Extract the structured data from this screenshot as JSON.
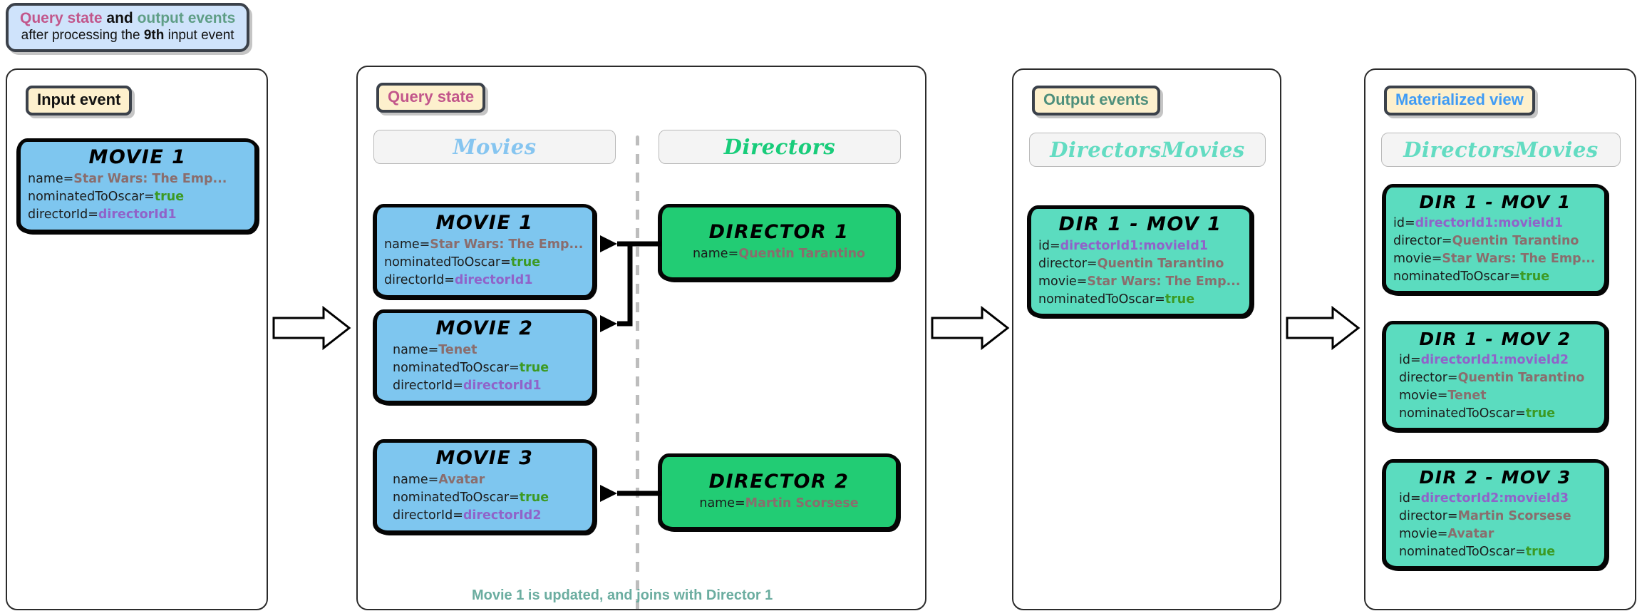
{
  "banner": {
    "line1_part1": "Query state",
    "line1_and": " and ",
    "line1_part2": "output events",
    "line2_pre": "after processing the ",
    "line2_bold": "9th",
    "line2_post": " input event"
  },
  "colors": {
    "query_state": "#c2568b",
    "output_events": "#5f9e86",
    "materialized_view": "#3f9bf5",
    "movies_entity": "#86c5f0",
    "directors_entity": "#18cc7a",
    "directorsmovies_entity": "#63dcc2",
    "card_blue": "#7ec6ef",
    "card_green": "#22cc74",
    "card_teal": "#5bdcbf",
    "value_string": "#8a6d6d",
    "value_bool": "#3c9a23",
    "value_id": "#9063c9",
    "caption": "#6bada0"
  },
  "panels": {
    "input": {
      "tag": "Input event",
      "card": {
        "title": "Movie 1",
        "attrs": [
          {
            "key": "name=",
            "value": "Star Wars: The Emp...",
            "kind": "str"
          },
          {
            "key": "nominatedToOscar=",
            "value": "true",
            "kind": "bool"
          },
          {
            "key": "directorId=",
            "value": "directorId1",
            "kind": "id"
          }
        ]
      }
    },
    "query": {
      "tag": "Query state",
      "entity_movies": "Movies",
      "entity_directors": "Directors",
      "caption": "Movie 1 is updated, and joins with Director 1",
      "movies": [
        {
          "title": "Movie 1",
          "attrs": [
            {
              "key": "name=",
              "value": "Star Wars: The Emp...",
              "kind": "str"
            },
            {
              "key": "nominatedToOscar=",
              "value": "true",
              "kind": "bool"
            },
            {
              "key": "directorId=",
              "value": "directorId1",
              "kind": "id"
            }
          ]
        },
        {
          "title": "Movie 2",
          "attrs": [
            {
              "key": "name=",
              "value": "Tenet",
              "kind": "str"
            },
            {
              "key": "nominatedToOscar=",
              "value": "true",
              "kind": "bool"
            },
            {
              "key": "directorId=",
              "value": "directorId1",
              "kind": "id"
            }
          ]
        },
        {
          "title": "Movie 3",
          "attrs": [
            {
              "key": "name=",
              "value": "Avatar",
              "kind": "str"
            },
            {
              "key": "nominatedToOscar=",
              "value": "true",
              "kind": "bool"
            },
            {
              "key": "directorId=",
              "value": "directorId2",
              "kind": "id"
            }
          ]
        }
      ],
      "directors": [
        {
          "title": "Director 1",
          "attrs": [
            {
              "key": "name=",
              "value": "Quentin Tarantino",
              "kind": "str"
            }
          ]
        },
        {
          "title": "Director 2",
          "attrs": [
            {
              "key": "name=",
              "value": "Martin Scorsese",
              "kind": "str"
            }
          ]
        }
      ]
    },
    "output": {
      "tag": "Output events",
      "entity": "DirectorsMovies",
      "cards": [
        {
          "title": "Dir 1 - Mov 1",
          "attrs": [
            {
              "key": "id=",
              "value": "directorId1:movieId1",
              "kind": "id"
            },
            {
              "key": "director=",
              "value": "Quentin Tarantino",
              "kind": "str"
            },
            {
              "key": "movie=",
              "value": "Star Wars: The Emp...",
              "kind": "str"
            },
            {
              "key": "nominatedToOscar=",
              "value": "true",
              "kind": "bool"
            }
          ]
        }
      ]
    },
    "view": {
      "tag": "Materialized view",
      "entity": "DirectorsMovies",
      "cards": [
        {
          "title": "Dir 1 - Mov 1",
          "attrs": [
            {
              "key": "id=",
              "value": "directorId1:movieId1",
              "kind": "id"
            },
            {
              "key": "director=",
              "value": "Quentin Tarantino",
              "kind": "str"
            },
            {
              "key": "movie=",
              "value": "Star Wars: The Emp...",
              "kind": "str"
            },
            {
              "key": "nominatedToOscar=",
              "value": "true",
              "kind": "bool"
            }
          ]
        },
        {
          "title": "Dir 1 - Mov 2",
          "attrs": [
            {
              "key": "id=",
              "value": "directorId1:movieId2",
              "kind": "id"
            },
            {
              "key": "director=",
              "value": "Quentin Tarantino",
              "kind": "str"
            },
            {
              "key": "movie=",
              "value": "Tenet",
              "kind": "str"
            },
            {
              "key": "nominatedToOscar=",
              "value": "true",
              "kind": "bool"
            }
          ]
        },
        {
          "title": "Dir 2 - Mov 3",
          "attrs": [
            {
              "key": "id=",
              "value": "directorId2:movieId3",
              "kind": "id"
            },
            {
              "key": "director=",
              "value": "Martin Scorsese",
              "kind": "str"
            },
            {
              "key": "movie=",
              "value": "Avatar",
              "kind": "str"
            },
            {
              "key": "nominatedToOscar=",
              "value": "true",
              "kind": "bool"
            }
          ]
        }
      ]
    }
  }
}
